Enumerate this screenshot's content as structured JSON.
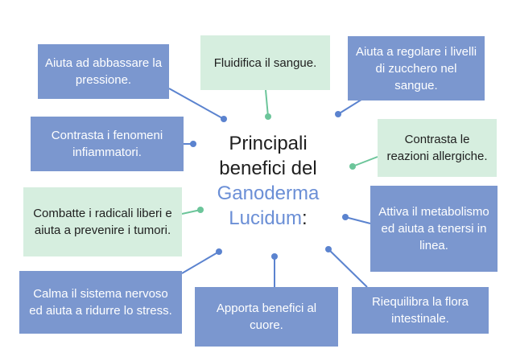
{
  "title": {
    "line1": "Principali",
    "line2": "benefici del",
    "line3": "Ganoderma",
    "line4": "Lucidum",
    "suffix": ":"
  },
  "benefits": {
    "pressure": "Aiuta ad abbassare la pressione.",
    "blood": "Fluidifica il sangue.",
    "sugar": "Aiuta a regolare i livelli di zucchero nel sangue.",
    "inflammation": "Contrasta i fenomeni infiammatori.",
    "allergies": "Contrasta le reazioni allergiche.",
    "radicals": "Combatte i radicali liberi e aiuta a prevenire i tumori.",
    "metabolism": "Attiva il metabolismo ed aiuta a tenersi in linea.",
    "nervous": "Calma il sistema nervoso ed aiuta a ridurre lo stress.",
    "heart": "Apporta benefici al cuore.",
    "flora": "Riequilibra la flora intestinale."
  },
  "colors": {
    "blue_box": "#7b97cf",
    "green_box": "#d6eedf",
    "accent_text": "#6b8fd6",
    "blue_connector": "#5b83cf",
    "green_connector": "#6cc59a"
  }
}
